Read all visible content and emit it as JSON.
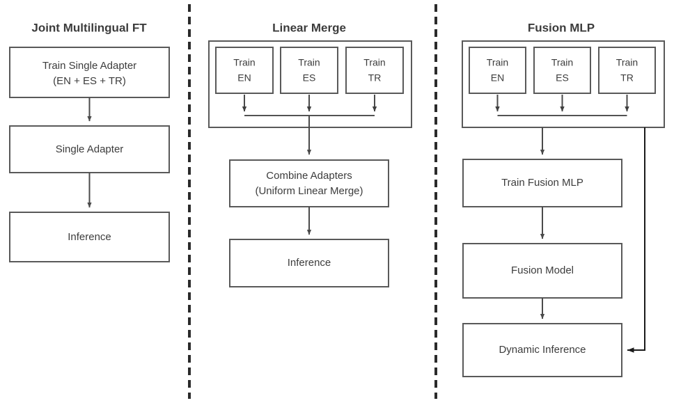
{
  "figure": {
    "background_color": "#ffffff",
    "box_stroke_color": "#595959",
    "text_color": "#3c3c3c",
    "arrow_color": "#4a4a4a",
    "divider_color": "#2b2b2b"
  },
  "panels": [
    {
      "id": "joint-multilingual-ft",
      "title": "Joint Multilingual FT",
      "nodes": [
        {
          "id": "train-single-adapter",
          "line1": "Train Single Adapter",
          "line2": "(EN + ES + TR)"
        },
        {
          "id": "single-adapter",
          "line1": "Single Adapter",
          "line2": ""
        },
        {
          "id": "inference",
          "line1": "Inference",
          "line2": ""
        }
      ],
      "edges": [
        {
          "from": "train-single-adapter",
          "to": "single-adapter",
          "kind": "arrow-down"
        },
        {
          "from": "single-adapter",
          "to": "inference",
          "kind": "arrow-down"
        }
      ]
    },
    {
      "id": "linear-merge",
      "title": "Linear Merge",
      "group": {
        "id": "train-group",
        "members": [
          {
            "id": "train-en",
            "line1": "Train",
            "line2": "EN"
          },
          {
            "id": "train-es",
            "line1": "Train",
            "line2": "ES"
          },
          {
            "id": "train-tr",
            "line1": "Train",
            "line2": "TR"
          }
        ]
      },
      "nodes": [
        {
          "id": "combine-adapters",
          "line1": "Combine Adapters",
          "line2": "(Uniform Linear Merge)"
        },
        {
          "id": "inference",
          "line1": "Inference",
          "line2": ""
        }
      ],
      "edges": [
        {
          "from": "train-en",
          "to": "collector",
          "kind": "arrow-down"
        },
        {
          "from": "train-es",
          "to": "collector",
          "kind": "arrow-down"
        },
        {
          "from": "train-tr",
          "to": "collector",
          "kind": "arrow-down"
        },
        {
          "from": "train-group",
          "to": "combine-adapters",
          "kind": "arrow-down"
        },
        {
          "from": "combine-adapters",
          "to": "inference",
          "kind": "arrow-down"
        }
      ]
    },
    {
      "id": "fusion-mlp",
      "title": "Fusion MLP",
      "group": {
        "id": "train-group",
        "members": [
          {
            "id": "train-en",
            "line1": "Train",
            "line2": "EN"
          },
          {
            "id": "train-es",
            "line1": "Train",
            "line2": "ES"
          },
          {
            "id": "train-tr",
            "line1": "Train",
            "line2": "TR"
          }
        ]
      },
      "nodes": [
        {
          "id": "train-fusion-mlp",
          "line1": "Train Fusion MLP",
          "line2": ""
        },
        {
          "id": "fusion-model",
          "line1": "Fusion Model",
          "line2": ""
        },
        {
          "id": "dynamic-inference",
          "line1": "Dynamic Inference",
          "line2": ""
        }
      ],
      "edges": [
        {
          "from": "train-en",
          "to": "collector",
          "kind": "arrow-down"
        },
        {
          "from": "train-es",
          "to": "collector",
          "kind": "arrow-down"
        },
        {
          "from": "train-tr",
          "to": "collector",
          "kind": "arrow-down"
        },
        {
          "from": "train-group",
          "to": "train-fusion-mlp",
          "kind": "arrow-down"
        },
        {
          "from": "train-fusion-mlp",
          "to": "fusion-model",
          "kind": "arrow-down"
        },
        {
          "from": "fusion-model",
          "to": "dynamic-inference",
          "kind": "arrow-down"
        },
        {
          "from": "train-group",
          "to": "dynamic-inference",
          "kind": "feedback-arrow-left"
        }
      ]
    }
  ],
  "dividers": [
    {
      "id": "divider-1",
      "orientation": "vertical",
      "style": "dashed"
    },
    {
      "id": "divider-2",
      "orientation": "vertical",
      "style": "dashed"
    }
  ]
}
